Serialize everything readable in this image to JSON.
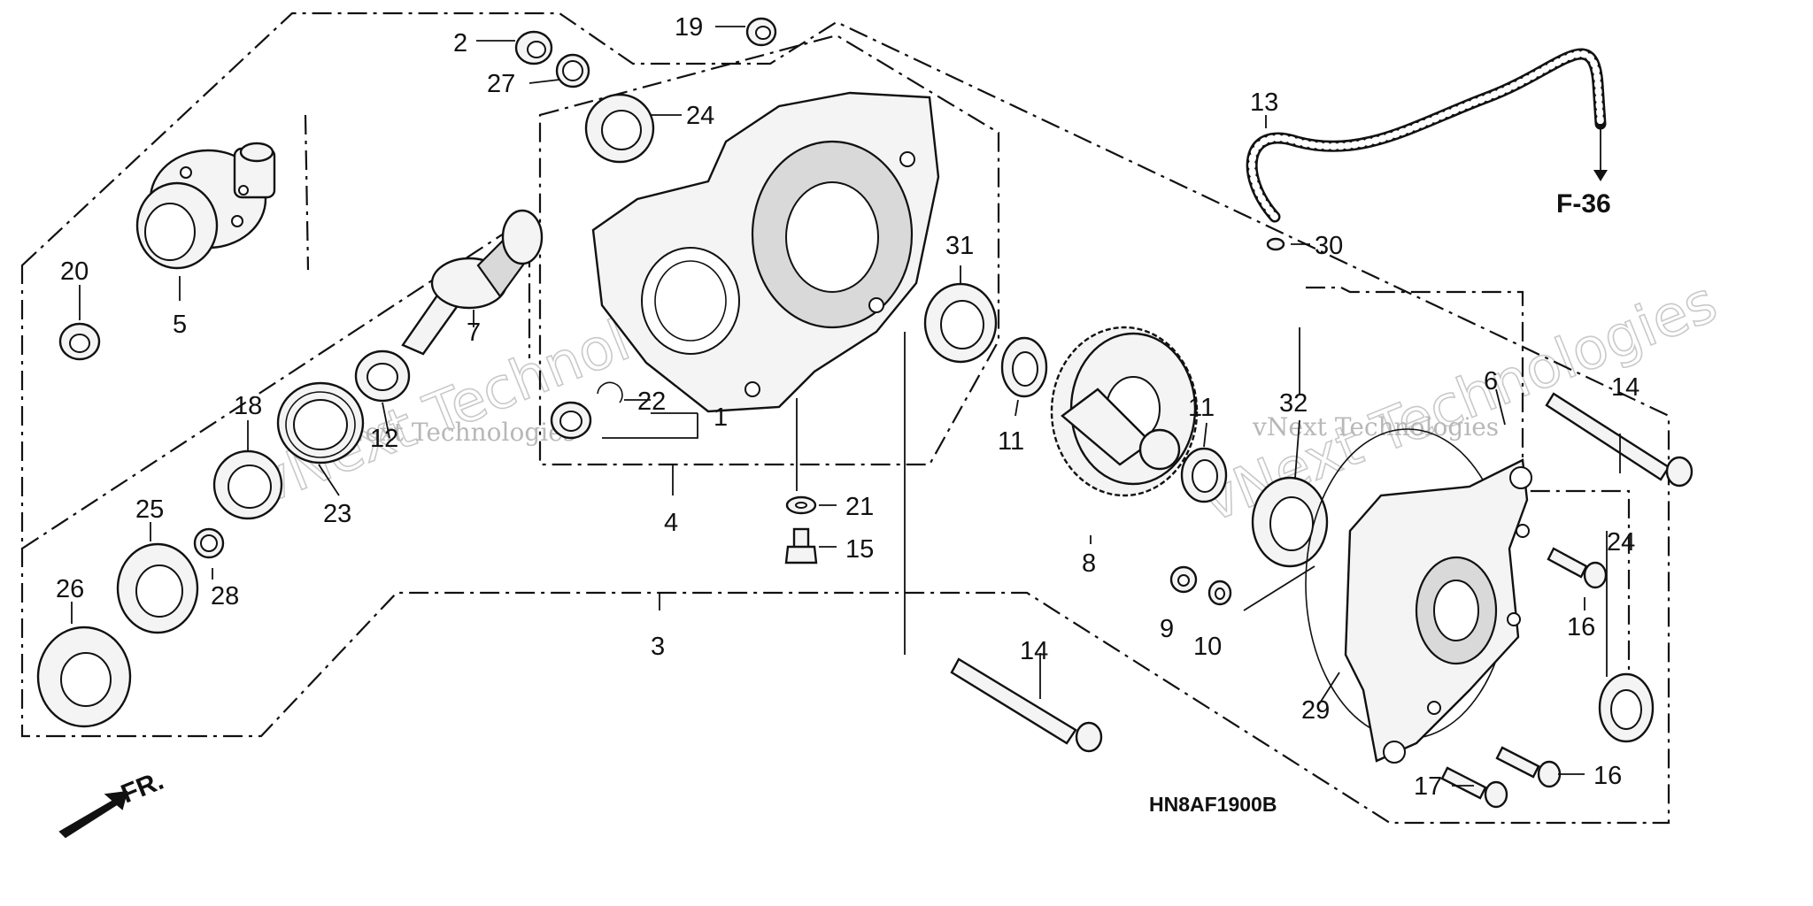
{
  "diagram": {
    "code": "HN8AF1900B",
    "front_label": "FR.",
    "reference": "F-36",
    "watermark": "vNext Technologies",
    "callouts": [
      {
        "id": "c1",
        "number": "1"
      },
      {
        "id": "c2",
        "number": "2"
      },
      {
        "id": "c3",
        "number": "3"
      },
      {
        "id": "c4",
        "number": "4"
      },
      {
        "id": "c5",
        "number": "5"
      },
      {
        "id": "c6",
        "number": "6"
      },
      {
        "id": "c7",
        "number": "7"
      },
      {
        "id": "c8",
        "number": "8"
      },
      {
        "id": "c9",
        "number": "9"
      },
      {
        "id": "c10",
        "number": "10"
      },
      {
        "id": "c11a",
        "number": "11"
      },
      {
        "id": "c11b",
        "number": "11"
      },
      {
        "id": "c12",
        "number": "12"
      },
      {
        "id": "c13",
        "number": "13"
      },
      {
        "id": "c14a",
        "number": "14"
      },
      {
        "id": "c14b",
        "number": "14"
      },
      {
        "id": "c15",
        "number": "15"
      },
      {
        "id": "c16a",
        "number": "16"
      },
      {
        "id": "c16b",
        "number": "16"
      },
      {
        "id": "c17",
        "number": "17"
      },
      {
        "id": "c18",
        "number": "18"
      },
      {
        "id": "c19",
        "number": "19"
      },
      {
        "id": "c20",
        "number": "20"
      },
      {
        "id": "c21",
        "number": "21"
      },
      {
        "id": "c22",
        "number": "22"
      },
      {
        "id": "c23",
        "number": "23"
      },
      {
        "id": "c24a",
        "number": "24"
      },
      {
        "id": "c24b",
        "number": "24"
      },
      {
        "id": "c25",
        "number": "25"
      },
      {
        "id": "c26",
        "number": "26"
      },
      {
        "id": "c27",
        "number": "27"
      },
      {
        "id": "c28",
        "number": "28"
      },
      {
        "id": "c29",
        "number": "29"
      },
      {
        "id": "c30",
        "number": "30"
      },
      {
        "id": "c31",
        "number": "31"
      },
      {
        "id": "c32",
        "number": "32"
      }
    ]
  }
}
